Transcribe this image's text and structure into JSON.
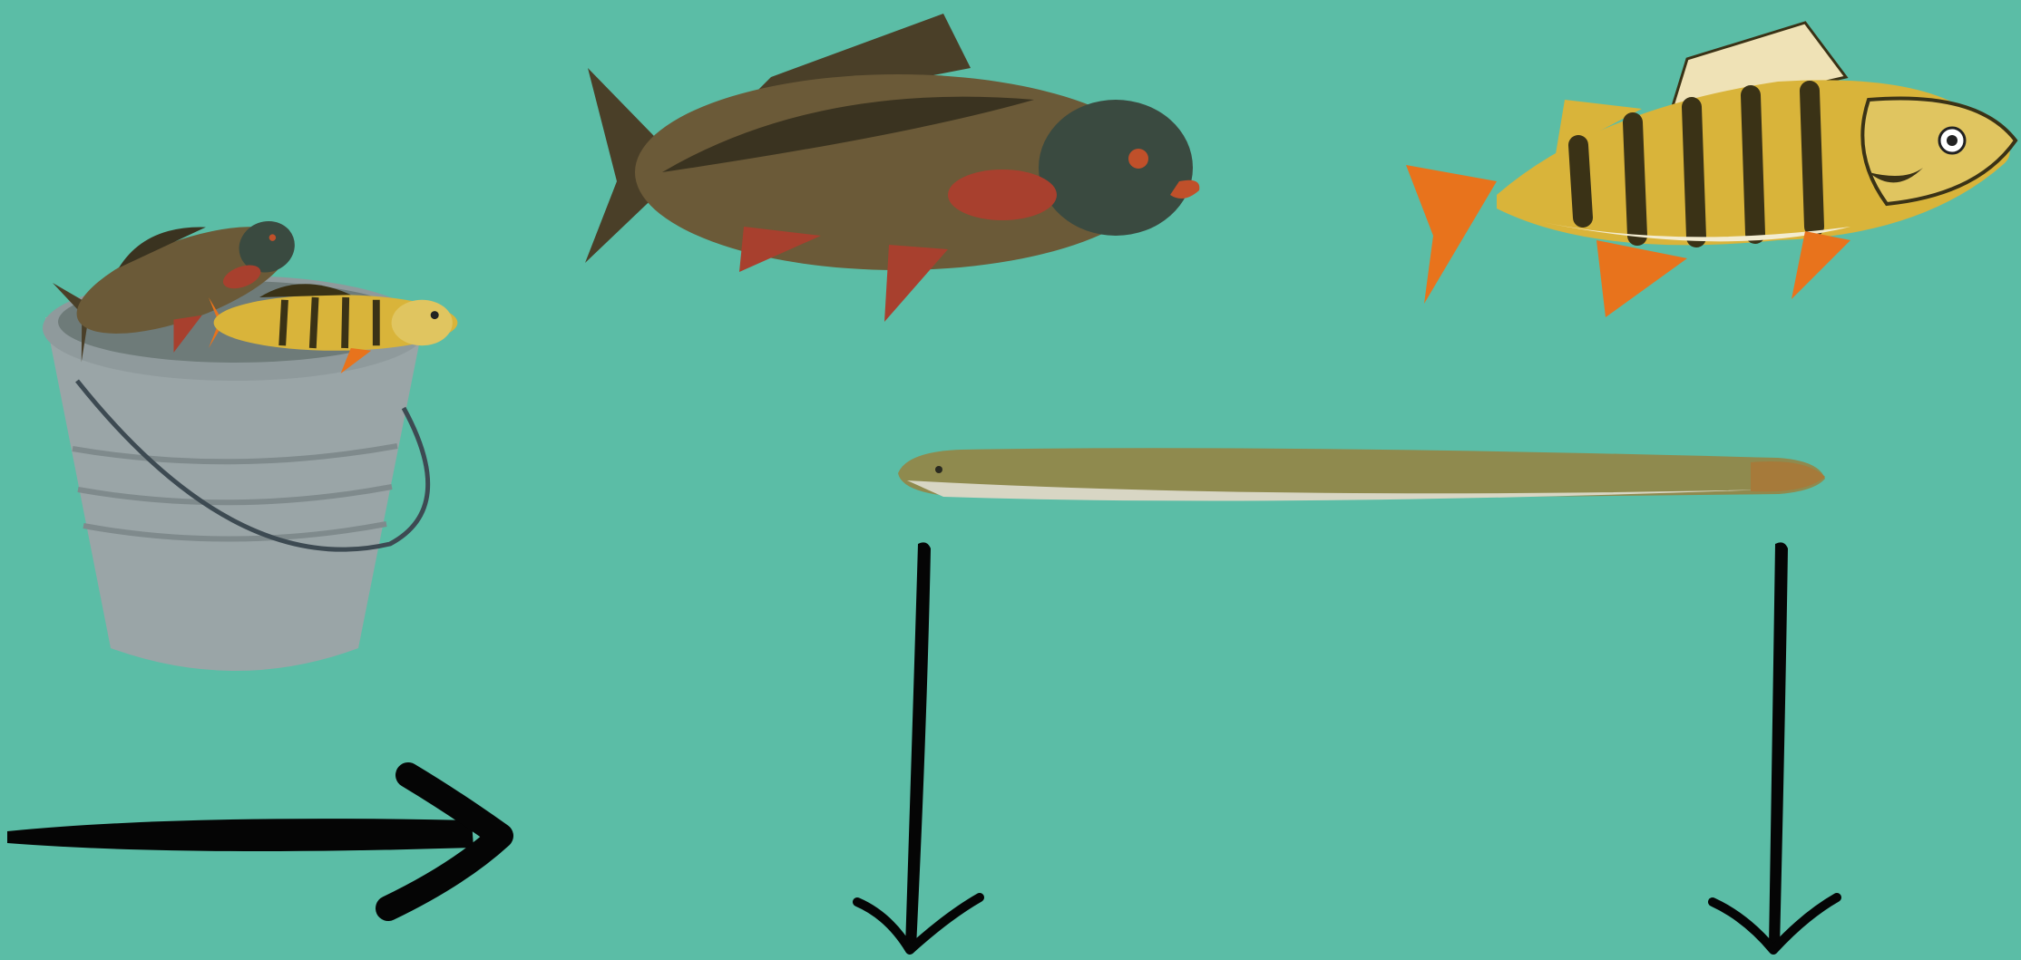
{
  "colors": {
    "background": "#5bbda6",
    "arrow": "#050505",
    "bucket_body": "#9aa5a7",
    "bucket_rim": "#8f9a9c",
    "bucket_inner": "#6e7b79",
    "bucket_handle": "#3d4a52",
    "carp_body": "#6b5a38",
    "carp_dark": "#3a3320",
    "carp_fin": "#a8402e",
    "perch_body": "#d9b43a",
    "perch_stripe": "#3a3216",
    "perch_fin": "#e8731c",
    "eel_body": "#8f8a4e",
    "eel_belly": "#d8d6c4"
  },
  "diagram": {
    "nodes": [
      {
        "id": "bucket",
        "icon": "bucket-with-fish-icon"
      },
      {
        "id": "carp",
        "icon": "carp-icon"
      },
      {
        "id": "perch",
        "icon": "perch-icon"
      },
      {
        "id": "eel",
        "icon": "eel-icon"
      }
    ],
    "arrows": [
      {
        "from": "bucket",
        "direction": "right",
        "icon": "right-arrow-icon"
      },
      {
        "from": "eel",
        "direction": "down",
        "icon": "down-arrow-icon"
      },
      {
        "from": "eel",
        "direction": "down",
        "icon": "down-arrow-icon"
      }
    ]
  }
}
